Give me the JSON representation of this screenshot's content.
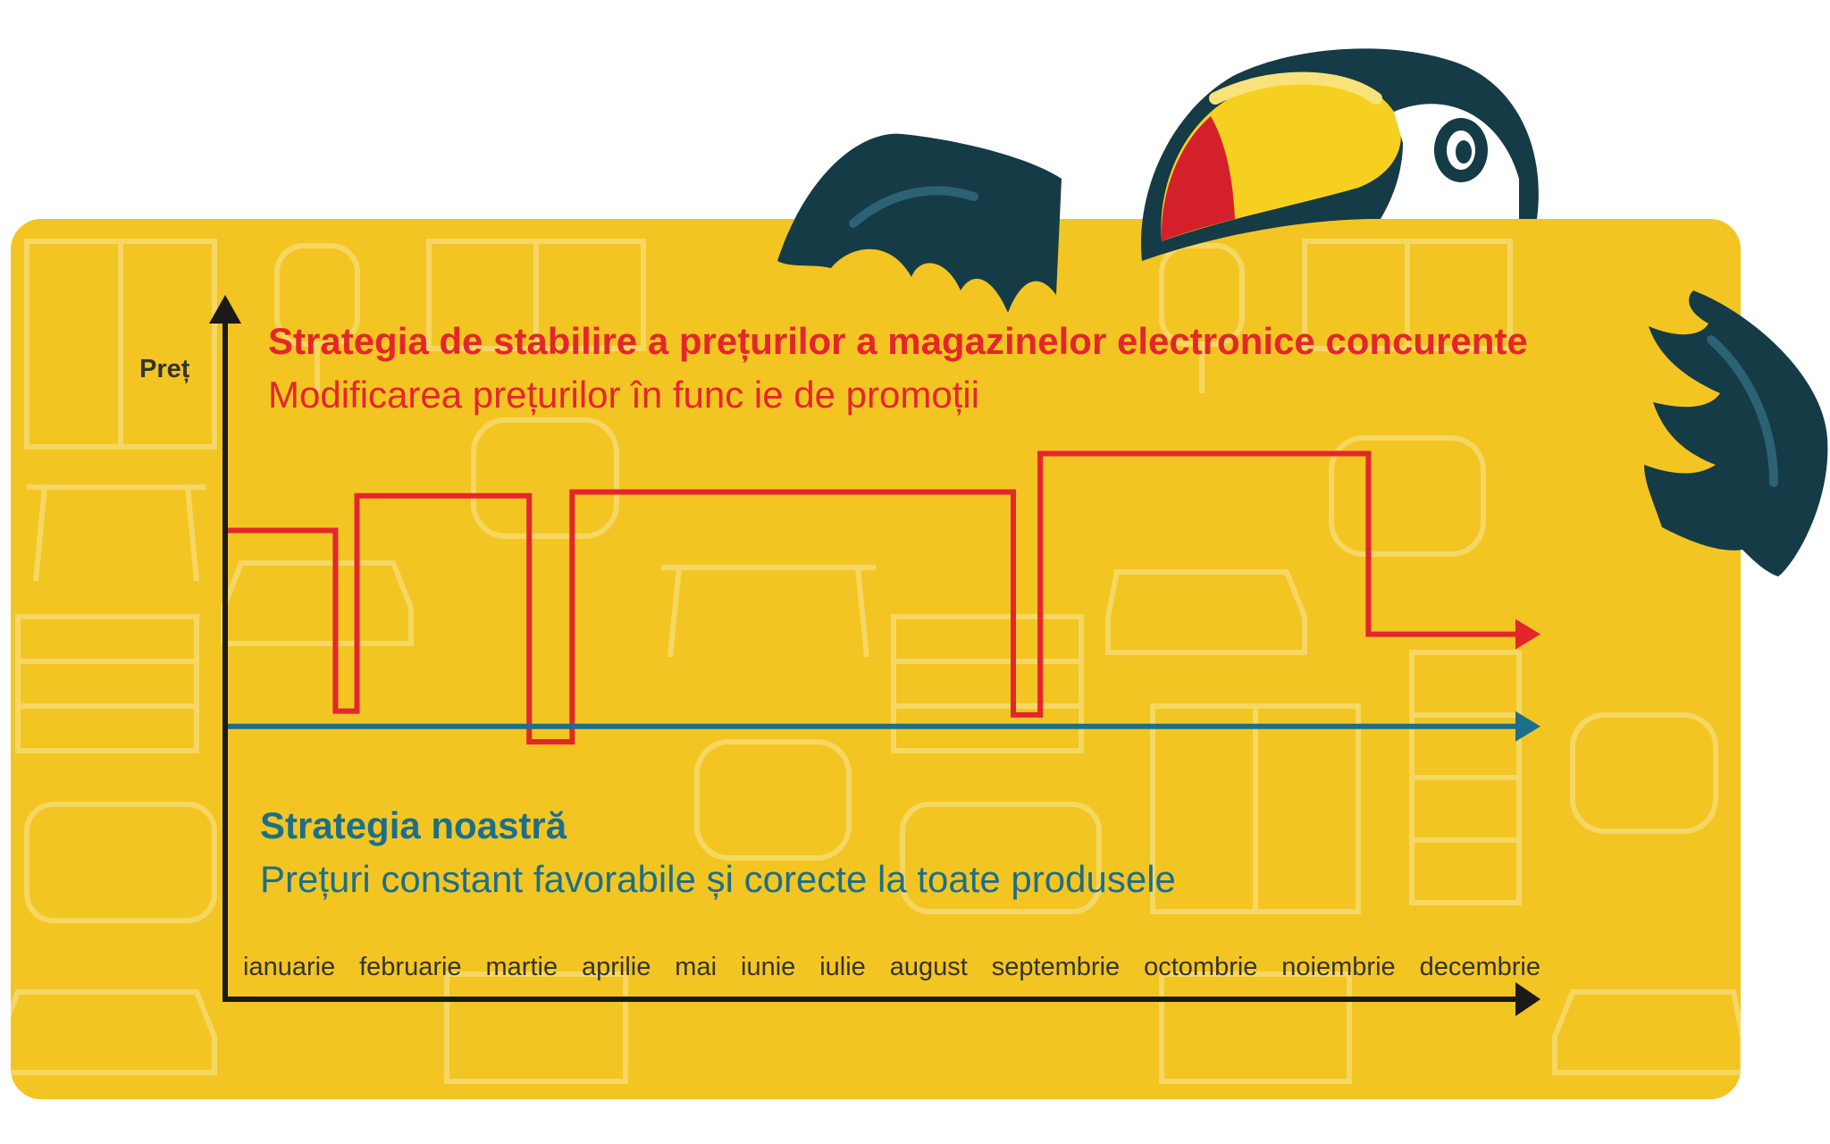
{
  "chart_data": {
    "type": "line",
    "title": "Strategia de stabilire a prețurilor a magazinelor electronice concurente",
    "subtitle": "Modificarea prețurilor în func ie de promoții",
    "ylabel": "Preț",
    "xlabel": "",
    "categories": [
      "ianuarie",
      "februarie",
      "martie",
      "aprilie",
      "mai",
      "iunie",
      "iulie",
      "august",
      "septembrie",
      "octombrie",
      "noiembrie",
      "decembrie"
    ],
    "series": [
      {
        "label": "Strategia de stabilire a prețurilor a magazinelor electronice concurente",
        "color": "#e4262c",
        "step_points": [
          [
            0,
            55
          ],
          [
            1.0,
            55
          ],
          [
            1.0,
            8
          ],
          [
            1.2,
            8
          ],
          [
            1.2,
            64
          ],
          [
            2.8,
            64
          ],
          [
            2.8,
            0
          ],
          [
            3.2,
            0
          ],
          [
            3.2,
            65
          ],
          [
            7.3,
            65
          ],
          [
            7.3,
            7
          ],
          [
            7.55,
            7
          ],
          [
            7.55,
            75
          ],
          [
            10.6,
            75
          ],
          [
            10.6,
            28
          ],
          [
            12,
            28
          ]
        ]
      },
      {
        "label": "Strategia noastră",
        "color": "#1c6f8a",
        "step_points": [
          [
            0,
            4
          ],
          [
            12,
            4
          ]
        ]
      }
    ],
    "annotations": {
      "our_strategy_title": "Strategia noastră",
      "our_strategy_subtitle": "Prețuri constant favorabile și corecte la toate produsele"
    },
    "ylim": [
      0,
      100
    ],
    "grid": false,
    "legend": "none"
  },
  "colors": {
    "background_panel": "#f3c523",
    "competitor_line": "#e4262c",
    "our_line": "#1c6f8a",
    "axis": "#1a1a1a",
    "toucan_dark": "#153b46",
    "beak_yellow": "#f6d021",
    "beak_red": "#d4202a"
  },
  "decoration": {
    "mascot": "toucan-icon",
    "background_pattern": "furniture-outline-pattern"
  }
}
